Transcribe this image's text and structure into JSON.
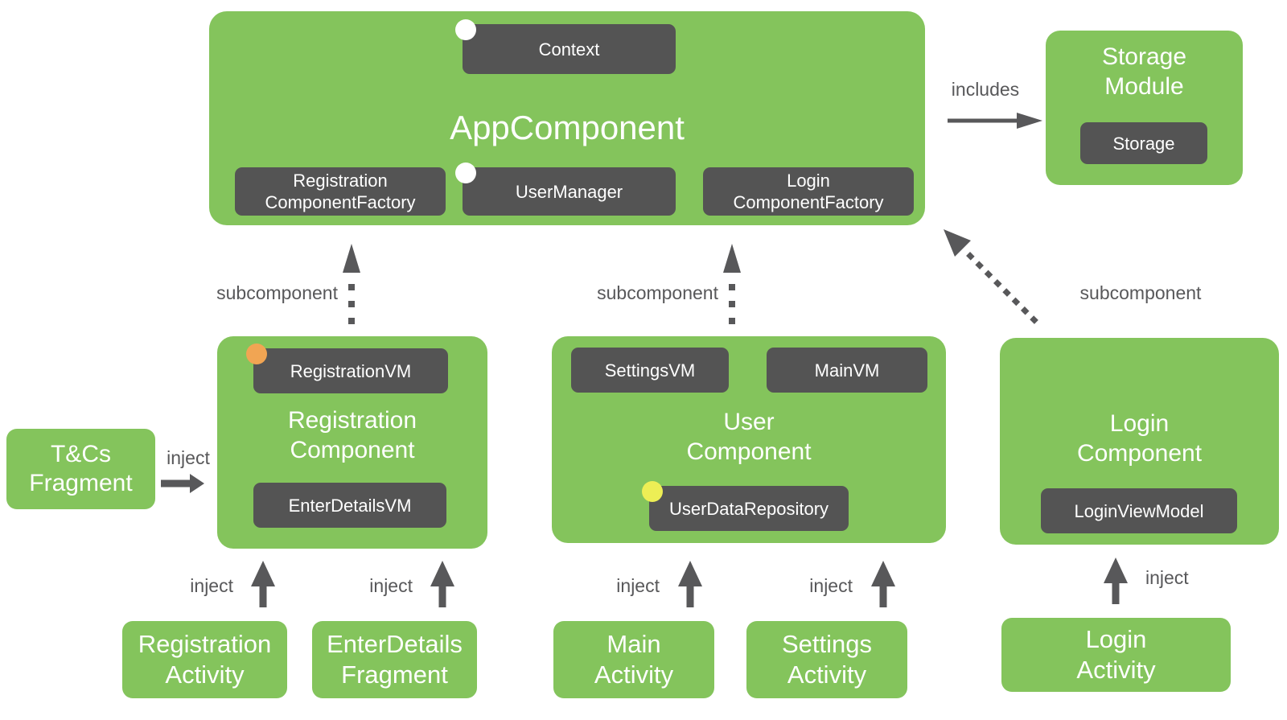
{
  "colors": {
    "node_green": "#84C45C",
    "chip_dark": "#545454",
    "arrow_gray": "#58585A",
    "text_white": "#FFFFFF",
    "scope_dot_white": "#FFFFFF",
    "scope_dot_orange": "#F1A553",
    "scope_dot_yellow": "#EDEE55",
    "background": "#FFFFFF"
  },
  "nodes": {
    "app_component": {
      "title": "AppComponent",
      "context": "Context",
      "registration_factory": "Registration\nComponentFactory",
      "user_manager": "UserManager",
      "login_factory": "Login\nComponentFactory"
    },
    "storage_module": {
      "title": "Storage\nModule",
      "storage": "Storage"
    },
    "registration_component": {
      "title": "Registration\nComponent",
      "registration_vm": "RegistrationVM",
      "enter_details_vm": "EnterDetailsVM"
    },
    "user_component": {
      "title": "User\nComponent",
      "settings_vm": "SettingsVM",
      "main_vm": "MainVM",
      "user_data_repository": "UserDataRepository"
    },
    "login_component": {
      "title": "Login\nComponent",
      "login_view_model": "LoginViewModel"
    },
    "tcs_fragment": {
      "title": "T&Cs\nFragment"
    },
    "registration_activity": {
      "title": "Registration\nActivity"
    },
    "enter_details_fragment": {
      "title": "EnterDetails\nFragment"
    },
    "main_activity": {
      "title": "Main\nActivity"
    },
    "settings_activity": {
      "title": "Settings\nActivity"
    },
    "login_activity": {
      "title": "Login\nActivity"
    }
  },
  "edges": {
    "includes": "includes",
    "subcomponent_registration": "subcomponent",
    "subcomponent_user": "subcomponent",
    "subcomponent_login": "subcomponent",
    "inject_tcs": "inject",
    "inject_registration_activity": "inject",
    "inject_enter_details_fragment": "inject",
    "inject_main_activity": "inject",
    "inject_settings_activity": "inject",
    "inject_login_activity": "inject"
  }
}
